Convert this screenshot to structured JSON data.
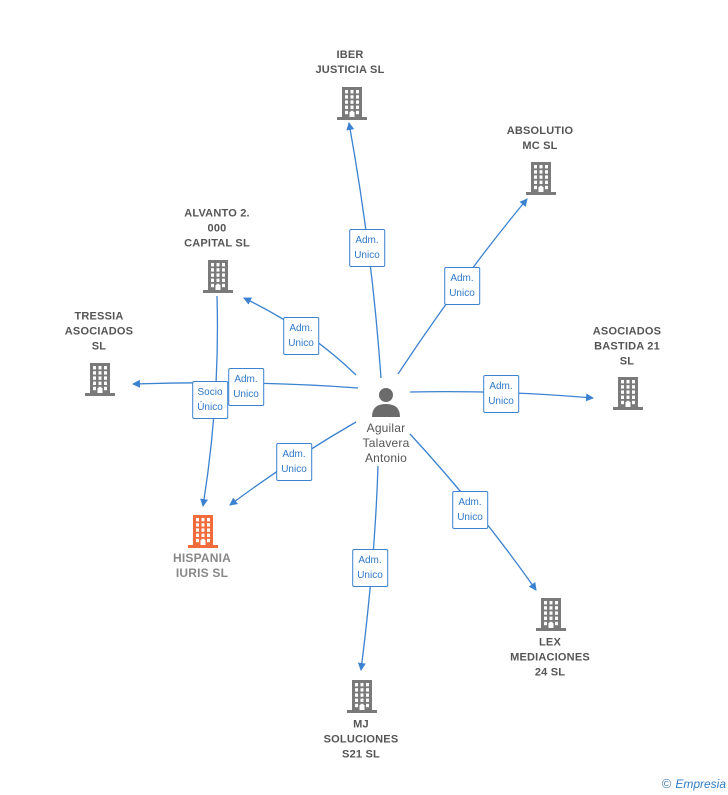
{
  "center": {
    "name": "Aguilar\nTalavera\nAntonio",
    "icon": "person-icon"
  },
  "colors": {
    "edge": "#3b82d0",
    "building": "#7a7a7a",
    "focus": "#f26b3a"
  },
  "nodes": [
    {
      "id": "iber",
      "label": "IBER\nJUSTICIA  SL",
      "icon": "building-icon"
    },
    {
      "id": "absolutio",
      "label": "ABSOLUTIO\nMC  SL",
      "icon": "building-icon"
    },
    {
      "id": "alvanto",
      "label": "ALVANTO 2.\n000\nCAPITAL  SL",
      "icon": "building-icon"
    },
    {
      "id": "tressia",
      "label": "TRESSIA\nASOCIADOS\nSL",
      "icon": "building-icon"
    },
    {
      "id": "asociados",
      "label": "ASOCIADOS\nBASTIDA 21\nSL",
      "icon": "building-icon"
    },
    {
      "id": "hispania",
      "label": "HISPANIA\nIURIS  SL",
      "icon": "building-icon",
      "focus": true
    },
    {
      "id": "lex",
      "label": "LEX\nMEDIACIONES\n24  SL",
      "icon": "building-icon"
    },
    {
      "id": "mj",
      "label": "MJ\nSOLUCIONES\nS21  SL",
      "icon": "building-icon"
    }
  ],
  "relations": [
    {
      "from": "center",
      "to": "iber",
      "label": "Adm.\nUnico"
    },
    {
      "from": "center",
      "to": "absolutio",
      "label": "Adm.\nUnico"
    },
    {
      "from": "center",
      "to": "alvanto",
      "label": "Adm.\nUnico"
    },
    {
      "from": "center",
      "to": "tressia",
      "label": "Adm.\nUnico"
    },
    {
      "from": "center",
      "to": "asociados",
      "label": "Adm.\nUnico"
    },
    {
      "from": "center",
      "to": "hispania",
      "label": "Adm.\nUnico"
    },
    {
      "from": "center",
      "to": "lex",
      "label": "Adm.\nUnico"
    },
    {
      "from": "center",
      "to": "mj",
      "label": "Adm.\nUnico"
    },
    {
      "from": "alvanto",
      "to": "hispania",
      "label": "Socio\nÚnico"
    }
  ],
  "watermark": {
    "copyright": "©",
    "brand": "Empresia"
  }
}
